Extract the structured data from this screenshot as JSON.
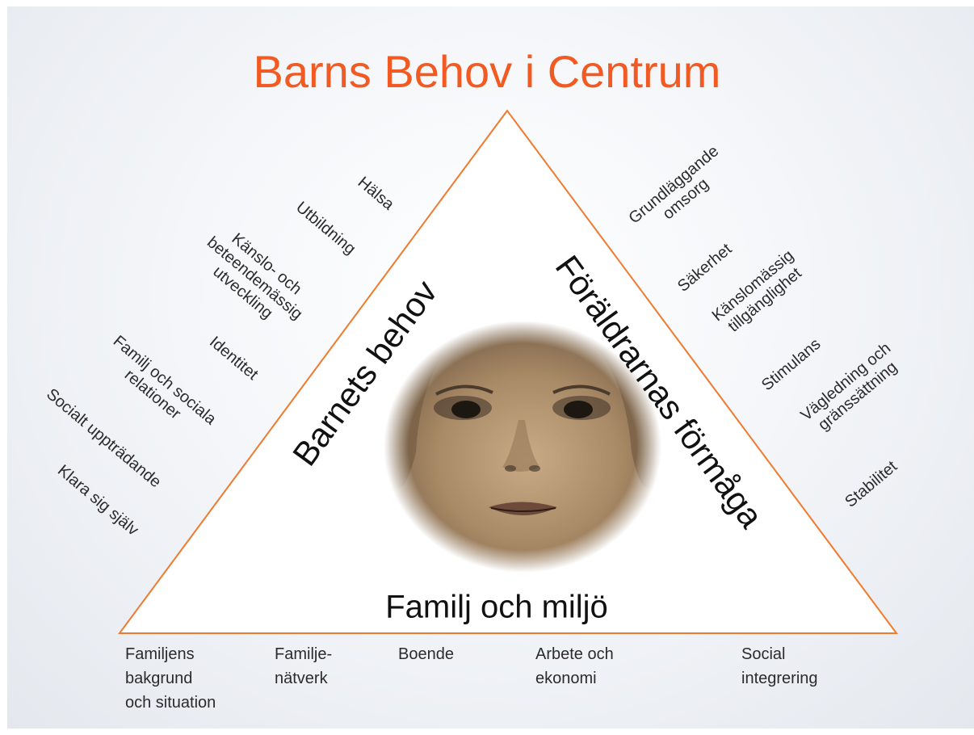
{
  "title": "Barns Behov i Centrum",
  "colors": {
    "title": "#f15a22",
    "triangle_stroke": "#f07a2e",
    "background": "#eef1f5"
  },
  "image": {
    "icon": "child-face-photo"
  },
  "sides": {
    "left": {
      "heading": "Barnets behov",
      "items": [
        {
          "lines": [
            "Hälsa"
          ]
        },
        {
          "lines": [
            "Utbildning"
          ]
        },
        {
          "lines": [
            "Känslo- och",
            "beteendemässig",
            "utveckling"
          ]
        },
        {
          "lines": [
            "Identitet"
          ]
        },
        {
          "lines": [
            "Familj och sociala",
            "relationer"
          ]
        },
        {
          "lines": [
            "Socialt uppträdande"
          ]
        },
        {
          "lines": [
            "Klara sig själv"
          ]
        }
      ]
    },
    "right": {
      "heading": "Föräldrarnas förmåga",
      "items": [
        {
          "lines": [
            "Grundläggande",
            "omsorg"
          ]
        },
        {
          "lines": [
            "Säkerhet"
          ]
        },
        {
          "lines": [
            "Känslomässig",
            "tillgänglighet"
          ]
        },
        {
          "lines": [
            "Stimulans"
          ]
        },
        {
          "lines": [
            "Vägledning och",
            "gränssättning"
          ]
        },
        {
          "lines": [
            "Stabilitet"
          ]
        }
      ]
    },
    "bottom": {
      "heading": "Familj och miljö",
      "items": [
        {
          "lines": [
            "Familjens",
            "bakgrund",
            "och situation"
          ]
        },
        {
          "lines": [
            "Familje-",
            "nätverk"
          ]
        },
        {
          "lines": [
            "Boende"
          ]
        },
        {
          "lines": [
            "Arbete och",
            "ekonomi"
          ]
        },
        {
          "lines": [
            "Social",
            "integrering"
          ]
        }
      ]
    }
  }
}
